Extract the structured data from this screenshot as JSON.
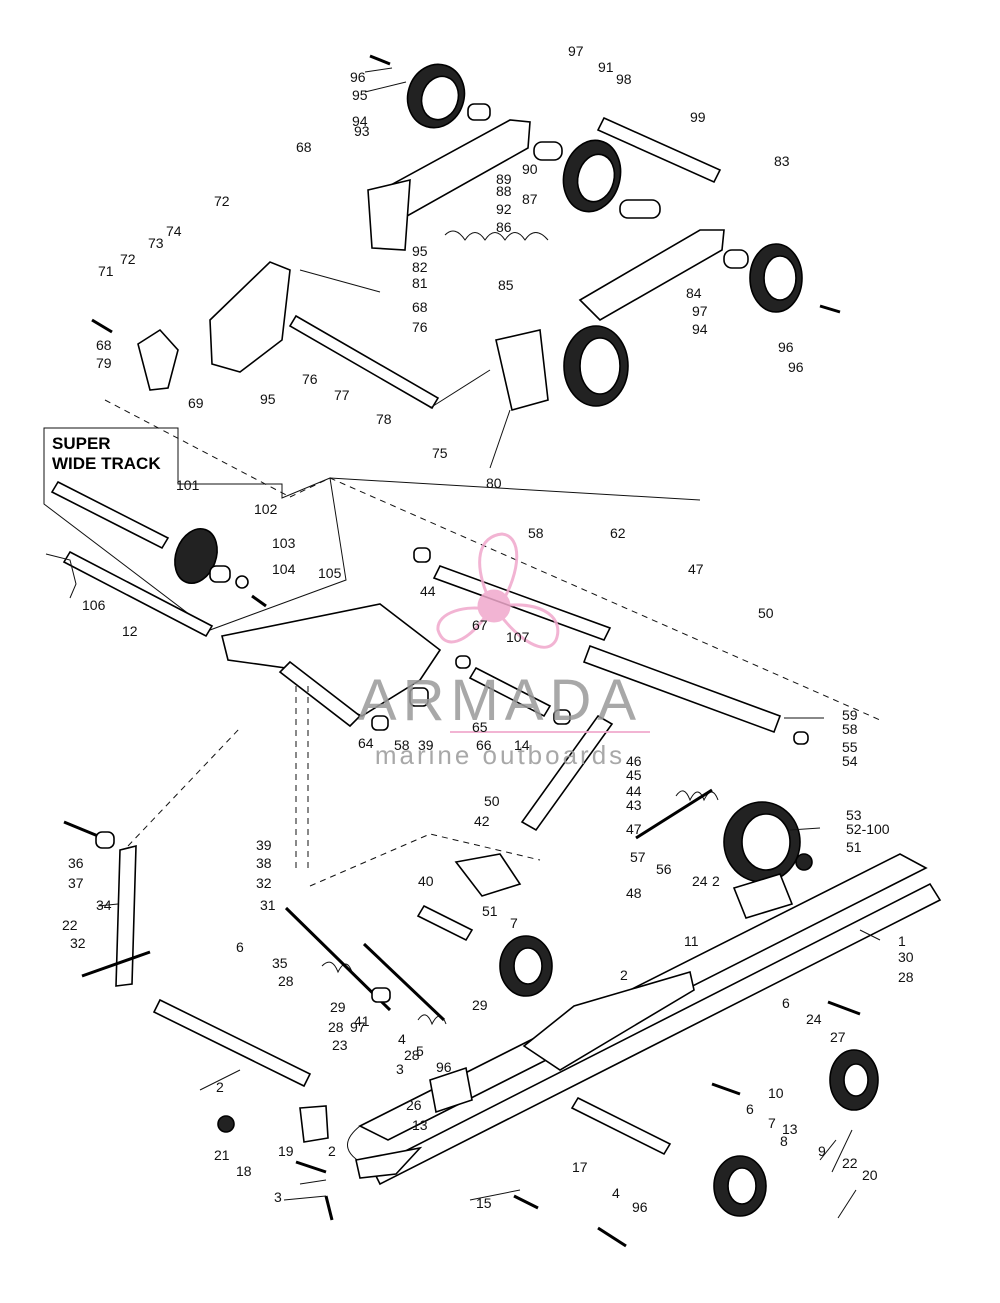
{
  "box": {
    "title_line1": "SUPER",
    "title_line2": "WIDE TRACK"
  },
  "watermark": {
    "brand": "ARMADA",
    "tagline": "marine outboards",
    "logo_color": "#f0a8cc"
  },
  "labels": [
    "97",
    "96",
    "95",
    "91",
    "98",
    "94",
    "99",
    "93",
    "68",
    "90",
    "83",
    "89",
    "88",
    "87",
    "92",
    "72",
    "86",
    "74",
    "73",
    "95",
    "82",
    "85",
    "72",
    "71",
    "81",
    "68",
    "84",
    "97",
    "76",
    "94",
    "96",
    "68",
    "79",
    "76",
    "95",
    "96",
    "77",
    "69",
    "78",
    "75",
    "80",
    "101",
    "102",
    "103",
    "104",
    "105",
    "106",
    "12",
    "58",
    "62",
    "47",
    "44",
    "67",
    "50",
    "107",
    "59",
    "58",
    "55",
    "54",
    "64",
    "58",
    "39",
    "65",
    "66",
    "14",
    "46",
    "45",
    "44",
    "43",
    "50",
    "42",
    "53",
    "52-100",
    "51",
    "47",
    "57",
    "56",
    "36",
    "39",
    "38",
    "37",
    "32",
    "34",
    "31",
    "40",
    "48",
    "24",
    "2",
    "22",
    "6",
    "35",
    "32",
    "51",
    "7",
    "11",
    "1",
    "28",
    "29",
    "28",
    "97",
    "2",
    "30",
    "3",
    "41",
    "28",
    "29",
    "28",
    "4",
    "5",
    "6",
    "24",
    "27",
    "23",
    "96",
    "2",
    "10",
    "26",
    "6",
    "13",
    "7",
    "13",
    "8",
    "9",
    "22",
    "20",
    "21",
    "19",
    "2",
    "18",
    "17",
    "3",
    "15",
    "4",
    "96"
  ]
}
